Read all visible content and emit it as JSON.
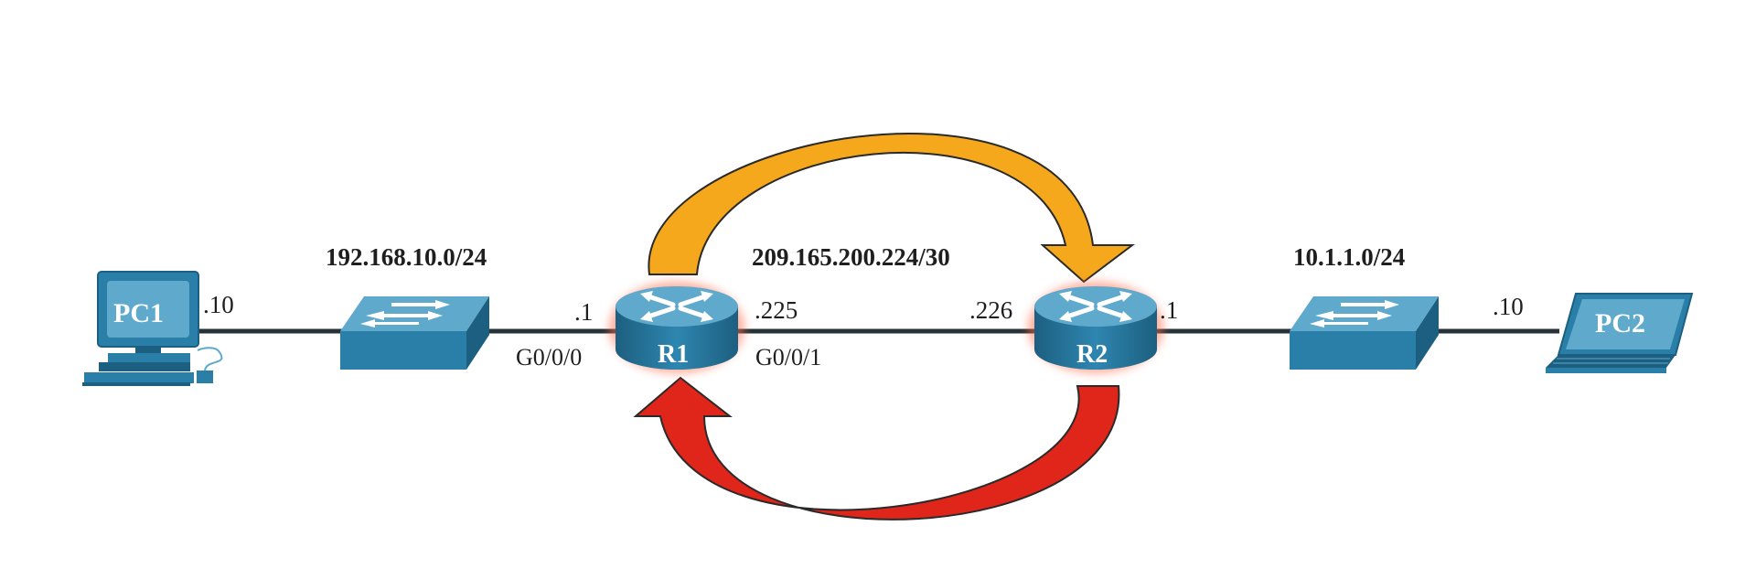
{
  "networks": {
    "left": "192.168.10.0/24",
    "middle": "209.165.200.224/30",
    "right": "10.1.1.0/24"
  },
  "devices": {
    "pc1": "PC1",
    "pc2": "PC2",
    "r1": "R1",
    "r2": "R2"
  },
  "addresses": {
    "pc1": ".10",
    "r1_g000": ".1",
    "r1_g001": ".225",
    "r2_left": ".226",
    "r2_right": ".1",
    "pc2": ".10"
  },
  "interfaces": {
    "r1_left": "G0/0/0",
    "r1_right": "G0/0/1"
  },
  "colors": {
    "device_blue": "#2a7fa8",
    "device_dark": "#1d5f80",
    "device_light": "#5fa9cc",
    "link": "#263238",
    "arrow_top": "#f5a81c",
    "arrow_bottom": "#e0251b",
    "router_glow": "#ff6a4a"
  }
}
